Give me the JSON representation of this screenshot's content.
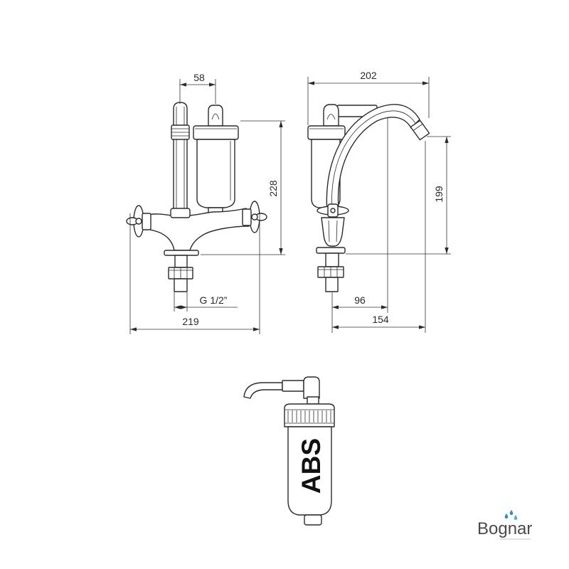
{
  "front_view": {
    "dim_top_spacing": "58",
    "dim_height": "228",
    "dim_thread": "G 1/2”",
    "dim_total_width": "219"
  },
  "side_view": {
    "dim_total_width": "202",
    "dim_spout_height": "199",
    "dim_inner_reach": "96",
    "dim_outer_reach": "154"
  },
  "filter_cartridge": {
    "material_label": "ABS"
  },
  "brand": {
    "name": "Bognar",
    "drop_color": "#1e90d8"
  },
  "colors": {
    "line": "#2b2b2b",
    "background": "#ffffff"
  }
}
